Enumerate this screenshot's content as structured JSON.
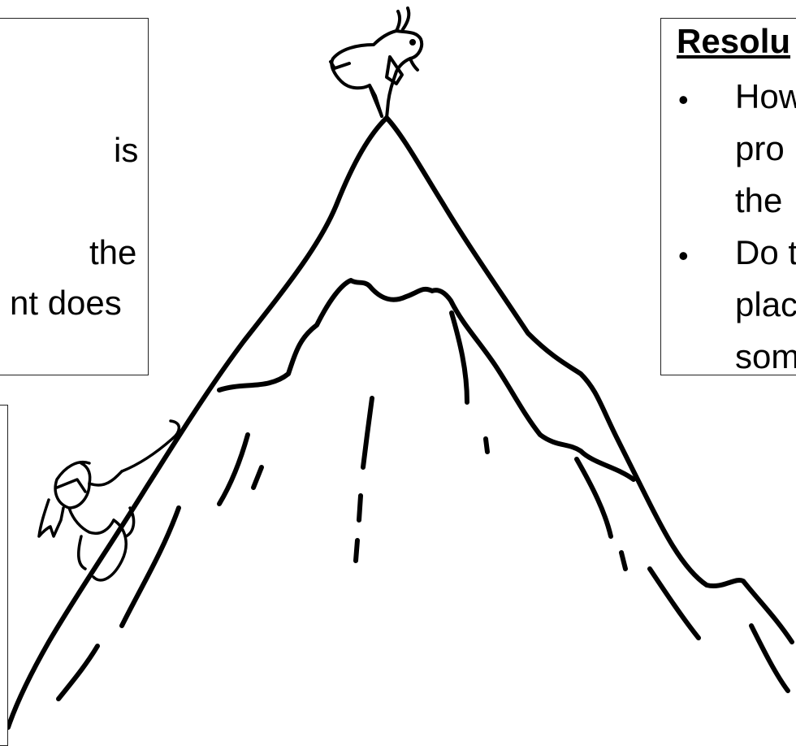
{
  "left_box": {
    "lines": [
      "is",
      "the",
      "nt does"
    ]
  },
  "right_box": {
    "heading": "Resolu",
    "bullet_1_lines": [
      "How",
      "pro",
      "the"
    ],
    "bullet_2_lines": [
      "Do t",
      "plac",
      "som"
    ],
    "bullet_symbol": "•"
  },
  "scene": {
    "elements": [
      "mountain",
      "goat-at-summit",
      "climber-with-rope"
    ]
  }
}
